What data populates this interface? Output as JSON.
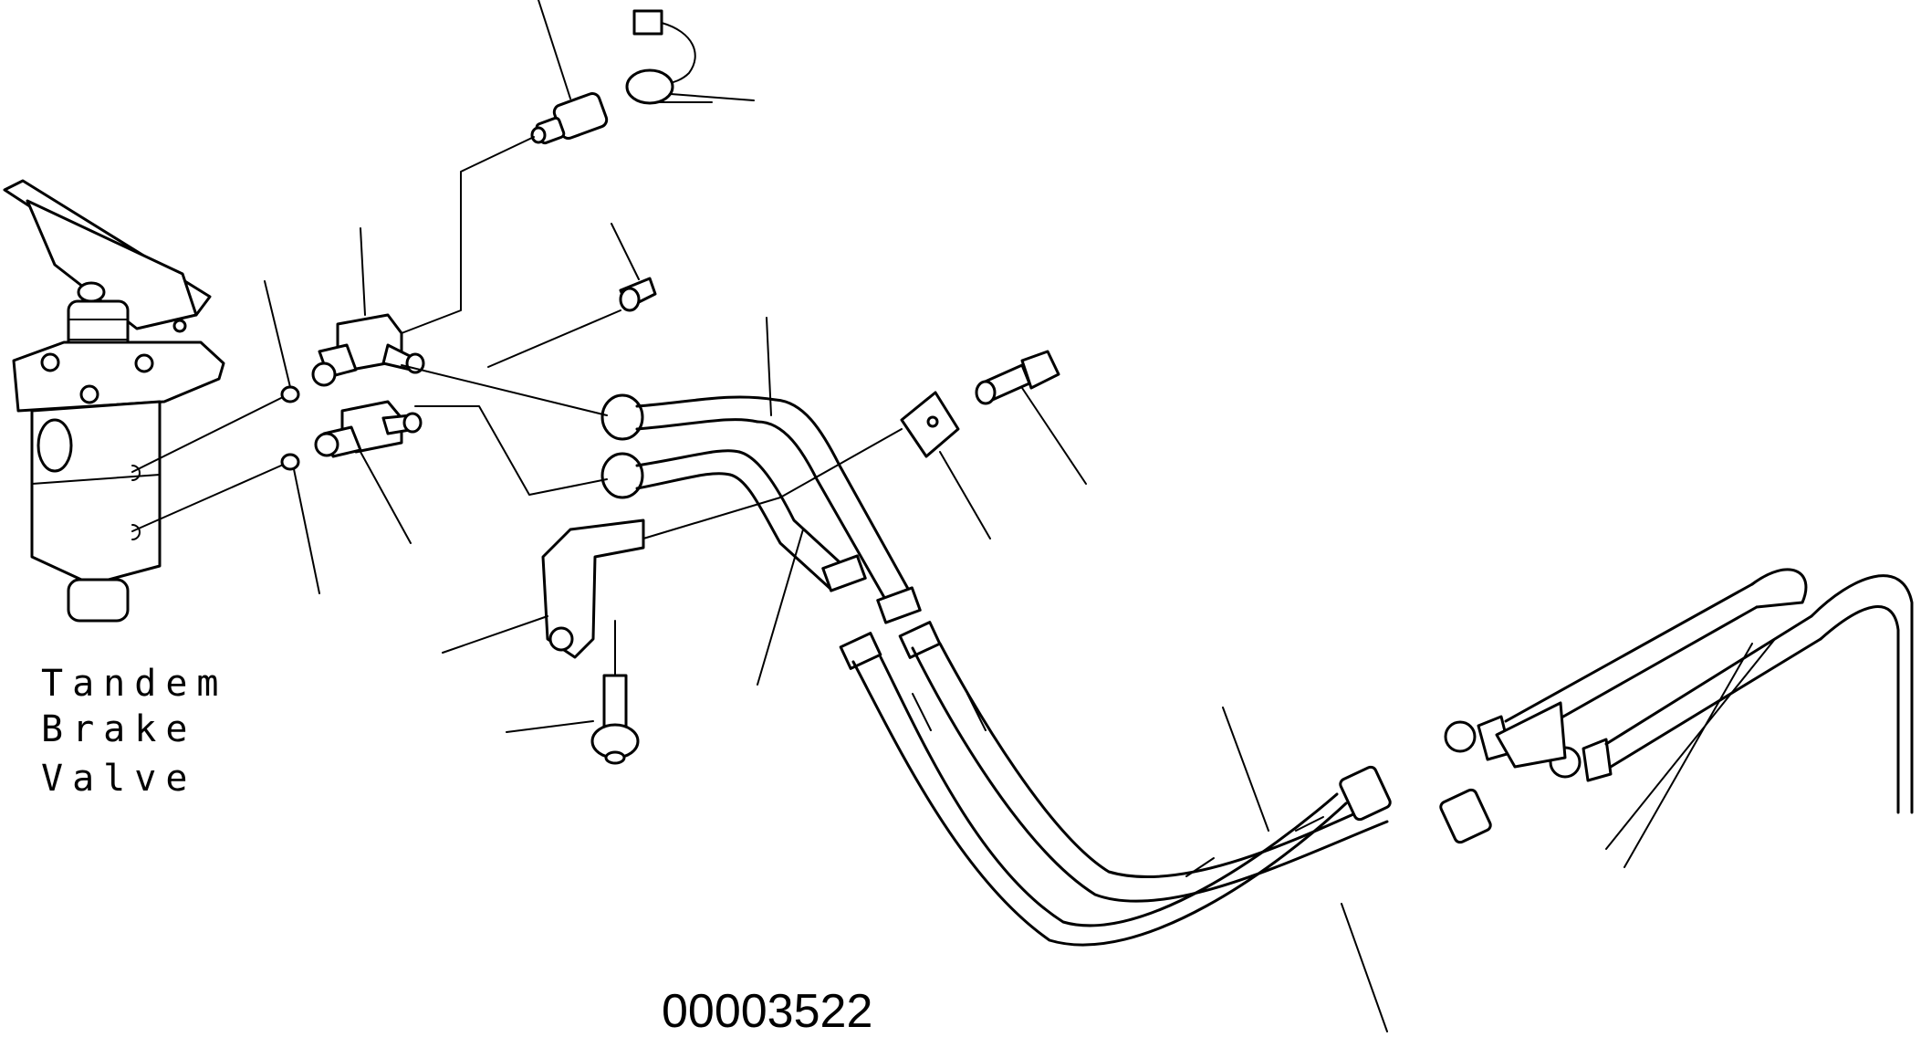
{
  "diagram": {
    "label_lines": [
      "Tandem",
      "Brake",
      "Valve"
    ],
    "figure_number": "00003522"
  }
}
